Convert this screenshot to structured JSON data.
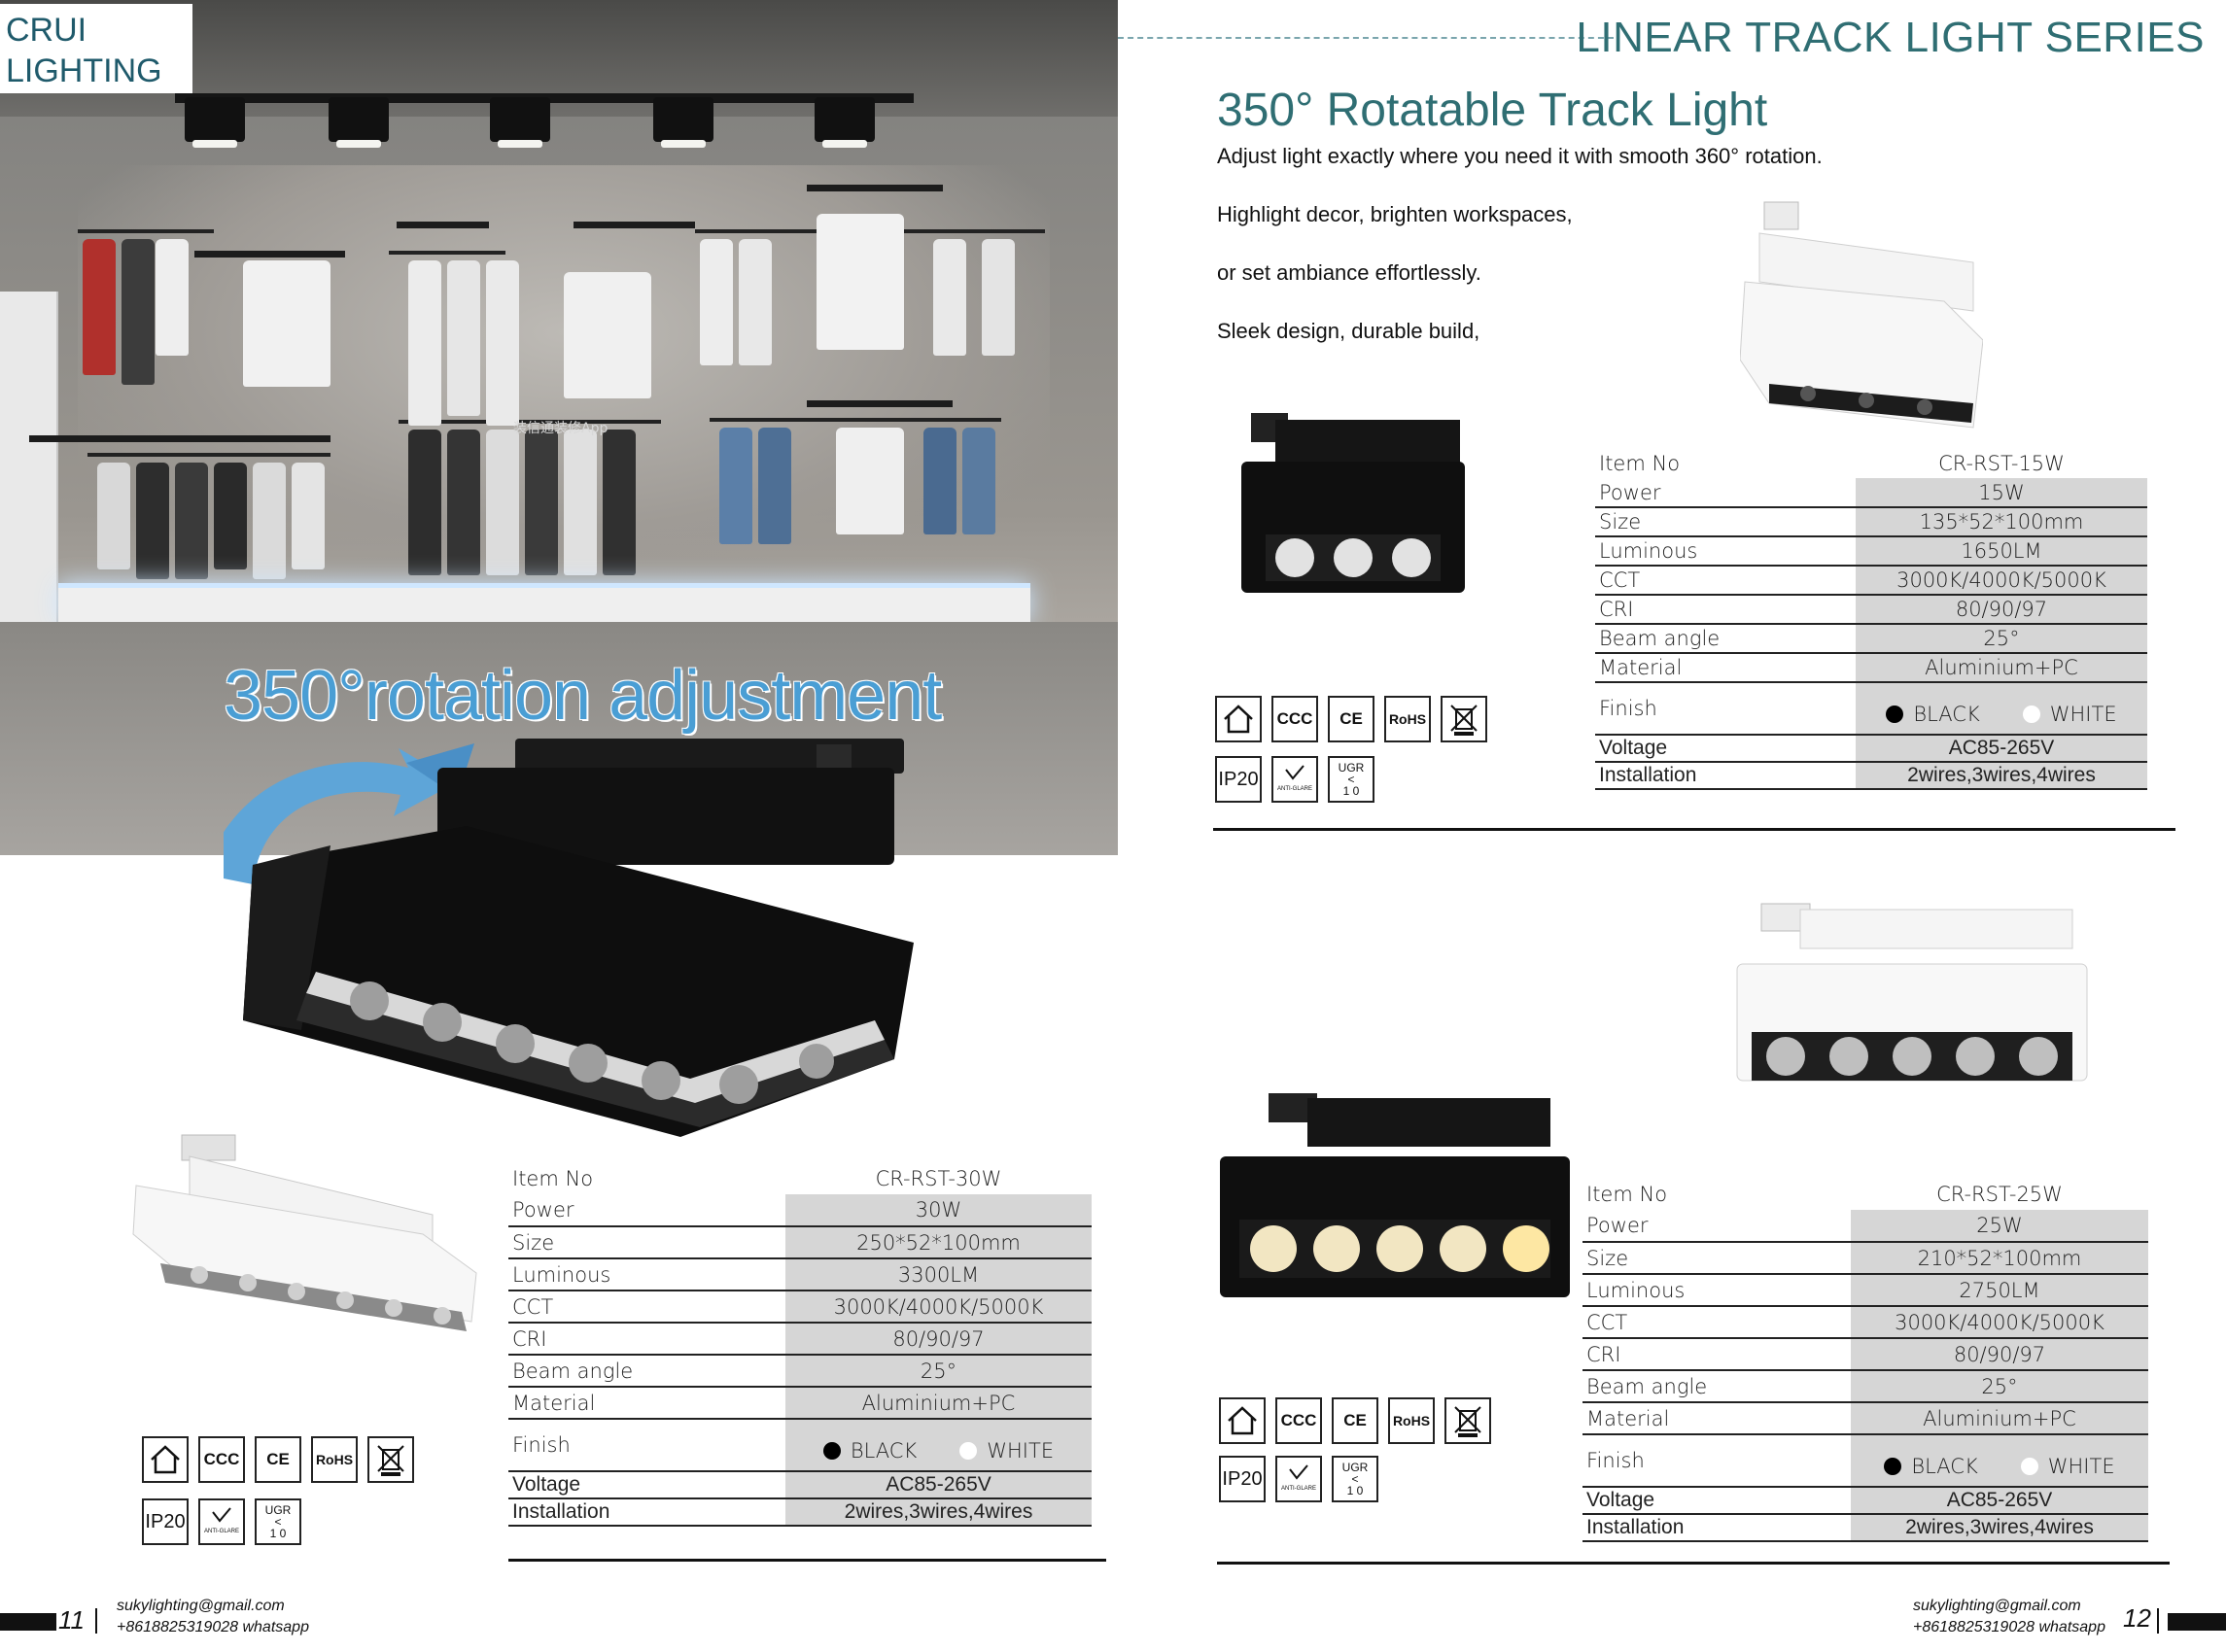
{
  "brand": {
    "line1": "CRUI",
    "line2": "LIGHTING"
  },
  "left_page": {
    "rotation_title": "350°rotation adjustment",
    "watermark": "装信通装修App",
    "spec": {
      "rows": [
        {
          "key": "Item No",
          "value": "CR-RST-30W"
        },
        {
          "key": "Power",
          "value": "30W"
        },
        {
          "key": "Size",
          "value": "250*52*100mm"
        },
        {
          "key": "Luminous",
          "value": "3300LM"
        },
        {
          "key": "CCT",
          "value": "3000K/4000K/5000K"
        },
        {
          "key": "CRI",
          "value": "80/90/97"
        },
        {
          "key": "Beam angle",
          "value": "25°"
        },
        {
          "key": "Material",
          "value": "Aluminium+PC"
        }
      ],
      "finish_label": "Finish",
      "finish_black": "BLACK",
      "finish_white": "WHITE",
      "voltage_label": "Voltage",
      "voltage": "AC85-265V",
      "installation_label": "Installation",
      "installation": "2wires,3wires,4wires"
    },
    "footer": {
      "email": "sukylighting@gmail.com",
      "phone": "+8618825319028 whatsapp",
      "page": "11"
    }
  },
  "right_page": {
    "series_title": "LINEAR TRACK LIGHT SERIES",
    "heading": "350° Rotatable Track Light",
    "desc": [
      "Adjust light exactly where you need it with smooth 360° rotation.",
      "Highlight decor, brighten workspaces,",
      "or set ambiance effortlessly.",
      "Sleek design, durable build,"
    ],
    "spec15": {
      "rows": [
        {
          "key": "Item No",
          "value": "CR-RST-15W"
        },
        {
          "key": "Power",
          "value": "15W"
        },
        {
          "key": "Size",
          "value": "135*52*100mm"
        },
        {
          "key": "Luminous",
          "value": "1650LM"
        },
        {
          "key": "CCT",
          "value": "3000K/4000K/5000K"
        },
        {
          "key": "CRI",
          "value": "80/90/97"
        },
        {
          "key": "Beam angle",
          "value": "25°"
        },
        {
          "key": "Material",
          "value": "Aluminium+PC"
        }
      ],
      "finish_label": "Finish",
      "finish_black": "BLACK",
      "finish_white": "WHITE",
      "voltage_label": "Voltage",
      "voltage": "AC85-265V",
      "installation_label": "Installation",
      "installation": "2wires,3wires,4wires"
    },
    "spec25": {
      "rows": [
        {
          "key": "Item No",
          "value": "CR-RST-25W"
        },
        {
          "key": "Power",
          "value": "25W"
        },
        {
          "key": "Size",
          "value": "210*52*100mm"
        },
        {
          "key": "Luminous",
          "value": "2750LM"
        },
        {
          "key": "CCT",
          "value": "3000K/4000K/5000K"
        },
        {
          "key": "CRI",
          "value": "80/90/97"
        },
        {
          "key": "Beam angle",
          "value": "25°"
        },
        {
          "key": "Material",
          "value": "Aluminium+PC"
        }
      ],
      "finish_label": "Finish",
      "finish_black": "BLACK",
      "finish_white": "WHITE",
      "voltage_label": "Voltage",
      "voltage": "AC85-265V",
      "installation_label": "Installation",
      "installation": "2wires,3wires,4wires"
    },
    "footer": {
      "email": "sukylighting@gmail.com",
      "phone": "+8618825319028 whatsapp",
      "page": "12"
    }
  },
  "certifications": {
    "ccc": "CCC",
    "ce": "CE",
    "rohs": "RoHS",
    "ip": "IP20",
    "anti_glare": "ANTI-GLARE",
    "ugr_top": "UGR",
    "ugr_mid": "<",
    "ugr_bottom": "1 0"
  },
  "colors": {
    "teal": "#2f6e73",
    "blue": "#4a9ed4",
    "table_shade": "#d6d6d6"
  }
}
